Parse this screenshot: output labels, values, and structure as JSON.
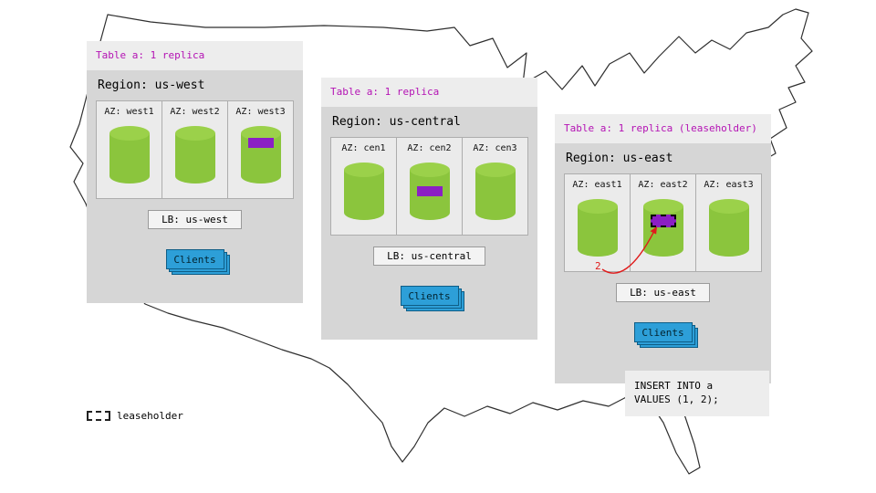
{
  "regions": [
    {
      "table_label": "Table a: 1 replica",
      "region_label": "Region: us-west",
      "azs": [
        {
          "label": "AZ: west1",
          "has_replica": false,
          "is_leaseholder": false
        },
        {
          "label": "AZ: west2",
          "has_replica": false,
          "is_leaseholder": false
        },
        {
          "label": "AZ: west3",
          "has_replica": true,
          "is_leaseholder": false
        }
      ],
      "lb_label": "LB: us-west",
      "clients_label": "Clients"
    },
    {
      "table_label": "Table a: 1 replica",
      "region_label": "Region: us-central",
      "azs": [
        {
          "label": "AZ: cen1",
          "has_replica": false,
          "is_leaseholder": false
        },
        {
          "label": "AZ: cen2",
          "has_replica": true,
          "is_leaseholder": false
        },
        {
          "label": "AZ: cen3",
          "has_replica": false,
          "is_leaseholder": false
        }
      ],
      "lb_label": "LB: us-central",
      "clients_label": "Clients"
    },
    {
      "table_label": "Table a: 1 replica (leaseholder)",
      "region_label": "Region: us-east",
      "azs": [
        {
          "label": "AZ: east1",
          "has_replica": false,
          "is_leaseholder": false
        },
        {
          "label": "AZ: east2",
          "has_replica": true,
          "is_leaseholder": true
        },
        {
          "label": "AZ: east3",
          "has_replica": false,
          "is_leaseholder": false
        }
      ],
      "lb_label": "LB: us-east",
      "clients_label": "Clients",
      "annotation": "2"
    }
  ],
  "sql": {
    "line1": "INSERT INTO a",
    "line2": "VALUES (1, 2);"
  },
  "legend": {
    "label": "leaseholder"
  },
  "colors": {
    "cylinder_green": "#8bc53d",
    "cylinder_top_green": "#9bd14a",
    "replica_purple": "#8b1fc4",
    "clients_blue": "#2d9fd8",
    "table_label_magenta": "#b413b4",
    "annotation_red": "#e01b1b",
    "panel_gray": "#d6d6d6",
    "header_gray": "#ededed"
  }
}
